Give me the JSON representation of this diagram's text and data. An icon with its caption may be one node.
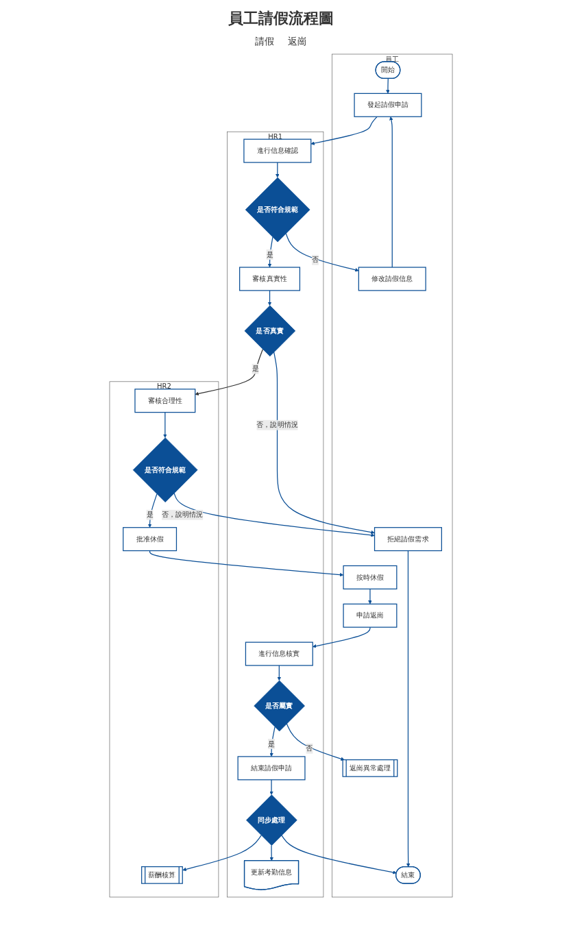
{
  "diagram": {
    "title": "員工請假流程圖",
    "nodes": [
      {
        "text": [
          "員工"
        ]
      },
      {
        "text": [
          "HR1"
        ]
      },
      {
        "text": [
          "HR2"
        ]
      },
      {
        "text": [
          "開始"
        ],
        "in": 0
      },
      {
        "text": [
          "發起請假申請"
        ],
        "in": 0
      },
      {
        "text": [
          "修改請假信息"
        ],
        "in": 0
      },
      {
        "text": [
          "拒絕請假需求"
        ],
        "in": 0
      },
      {
        "text": [
          "按時休假"
        ],
        "in": 0
      },
      {
        "text": [
          "申請返崗"
        ],
        "in": 0
      },
      {
        "text": [
          "返崗異常處理"
        ],
        "in": 0
      },
      {
        "text": [
          "結束"
        ],
        "in": 0
      },
      {
        "text": [
          "進行信息確認"
        ],
        "in": 1
      },
      {
        "text": [
          "是否符合規範"
        ],
        "in": 1
      },
      {
        "text": [
          "審核真實性"
        ],
        "in": 1
      },
      {
        "text": [
          "是否真實"
        ],
        "in": 1
      },
      {
        "text": [
          "進行信息核實"
        ],
        "in": 1
      },
      {
        "text": [
          "是否屬實"
        ],
        "in": 1
      },
      {
        "text": [
          "結束請假申請"
        ],
        "in": 1
      },
      {
        "text": [
          "同步處理"
        ],
        "in": 1
      },
      {
        "text": [
          "更新考勤信息"
        ],
        "in": 1
      },
      {
        "text": [
          "審核合理性"
        ],
        "in": 2
      },
      {
        "text": [
          "是否符合規範"
        ],
        "in": 2
      },
      {
        "text": [
          "批准休假"
        ],
        "in": 2
      },
      {
        "text": [
          "薪酬核算"
        ],
        "in": 2
      }
    ],
    "edges": [
      {
        "from": 3,
        "to": 4,
        "arrow": "to"
      },
      {
        "from": 4,
        "to": 11,
        "arrow": "to"
      },
      {
        "from": 11,
        "to": 12,
        "arrow": "to"
      },
      {
        "from": 12,
        "to": 5,
        "arrow": "to",
        "label": "否"
      },
      {
        "from": 5,
        "to": 4,
        "arrow": "to"
      },
      {
        "from": 12,
        "to": 13,
        "arrow": "to",
        "label": "是"
      },
      {
        "from": 13,
        "to": 14,
        "arrow": "to"
      },
      {
        "from": 14,
        "to": 20,
        "arrow": "to",
        "label": "是",
        "color": "#333333"
      },
      {
        "from": 14,
        "to": 6,
        "arrow": "to",
        "label": "否，說明情況"
      },
      {
        "from": 20,
        "to": 21,
        "arrow": "to"
      },
      {
        "from": 21,
        "to": 6,
        "arrow": "to",
        "label": "否，說明情況"
      },
      {
        "from": 21,
        "to": 22,
        "arrow": "to",
        "label": "是"
      },
      {
        "from": 22,
        "to": 7,
        "arrow": "to"
      },
      {
        "from": 7,
        "to": 8,
        "arrow": "to"
      },
      {
        "from": 8,
        "to": 15,
        "arrow": "to"
      },
      {
        "from": 15,
        "to": 16,
        "arrow": "to"
      },
      {
        "from": 16,
        "to": 9,
        "arrow": "to",
        "label": "否"
      },
      {
        "from": 16,
        "to": 17,
        "arrow": "to",
        "label": "是"
      },
      {
        "from": 17,
        "to": 18,
        "arrow": "to"
      },
      {
        "from": 18,
        "to": 10,
        "arrow": "to"
      },
      {
        "from": 18,
        "to": 23,
        "arrow": "to"
      },
      {
        "from": 18,
        "to": 19,
        "arrow": "to"
      },
      {
        "from": 6,
        "to": 10,
        "arrow": "to"
      }
    ],
    "labels": [
      "請假",
      "返崗"
    ]
  }
}
